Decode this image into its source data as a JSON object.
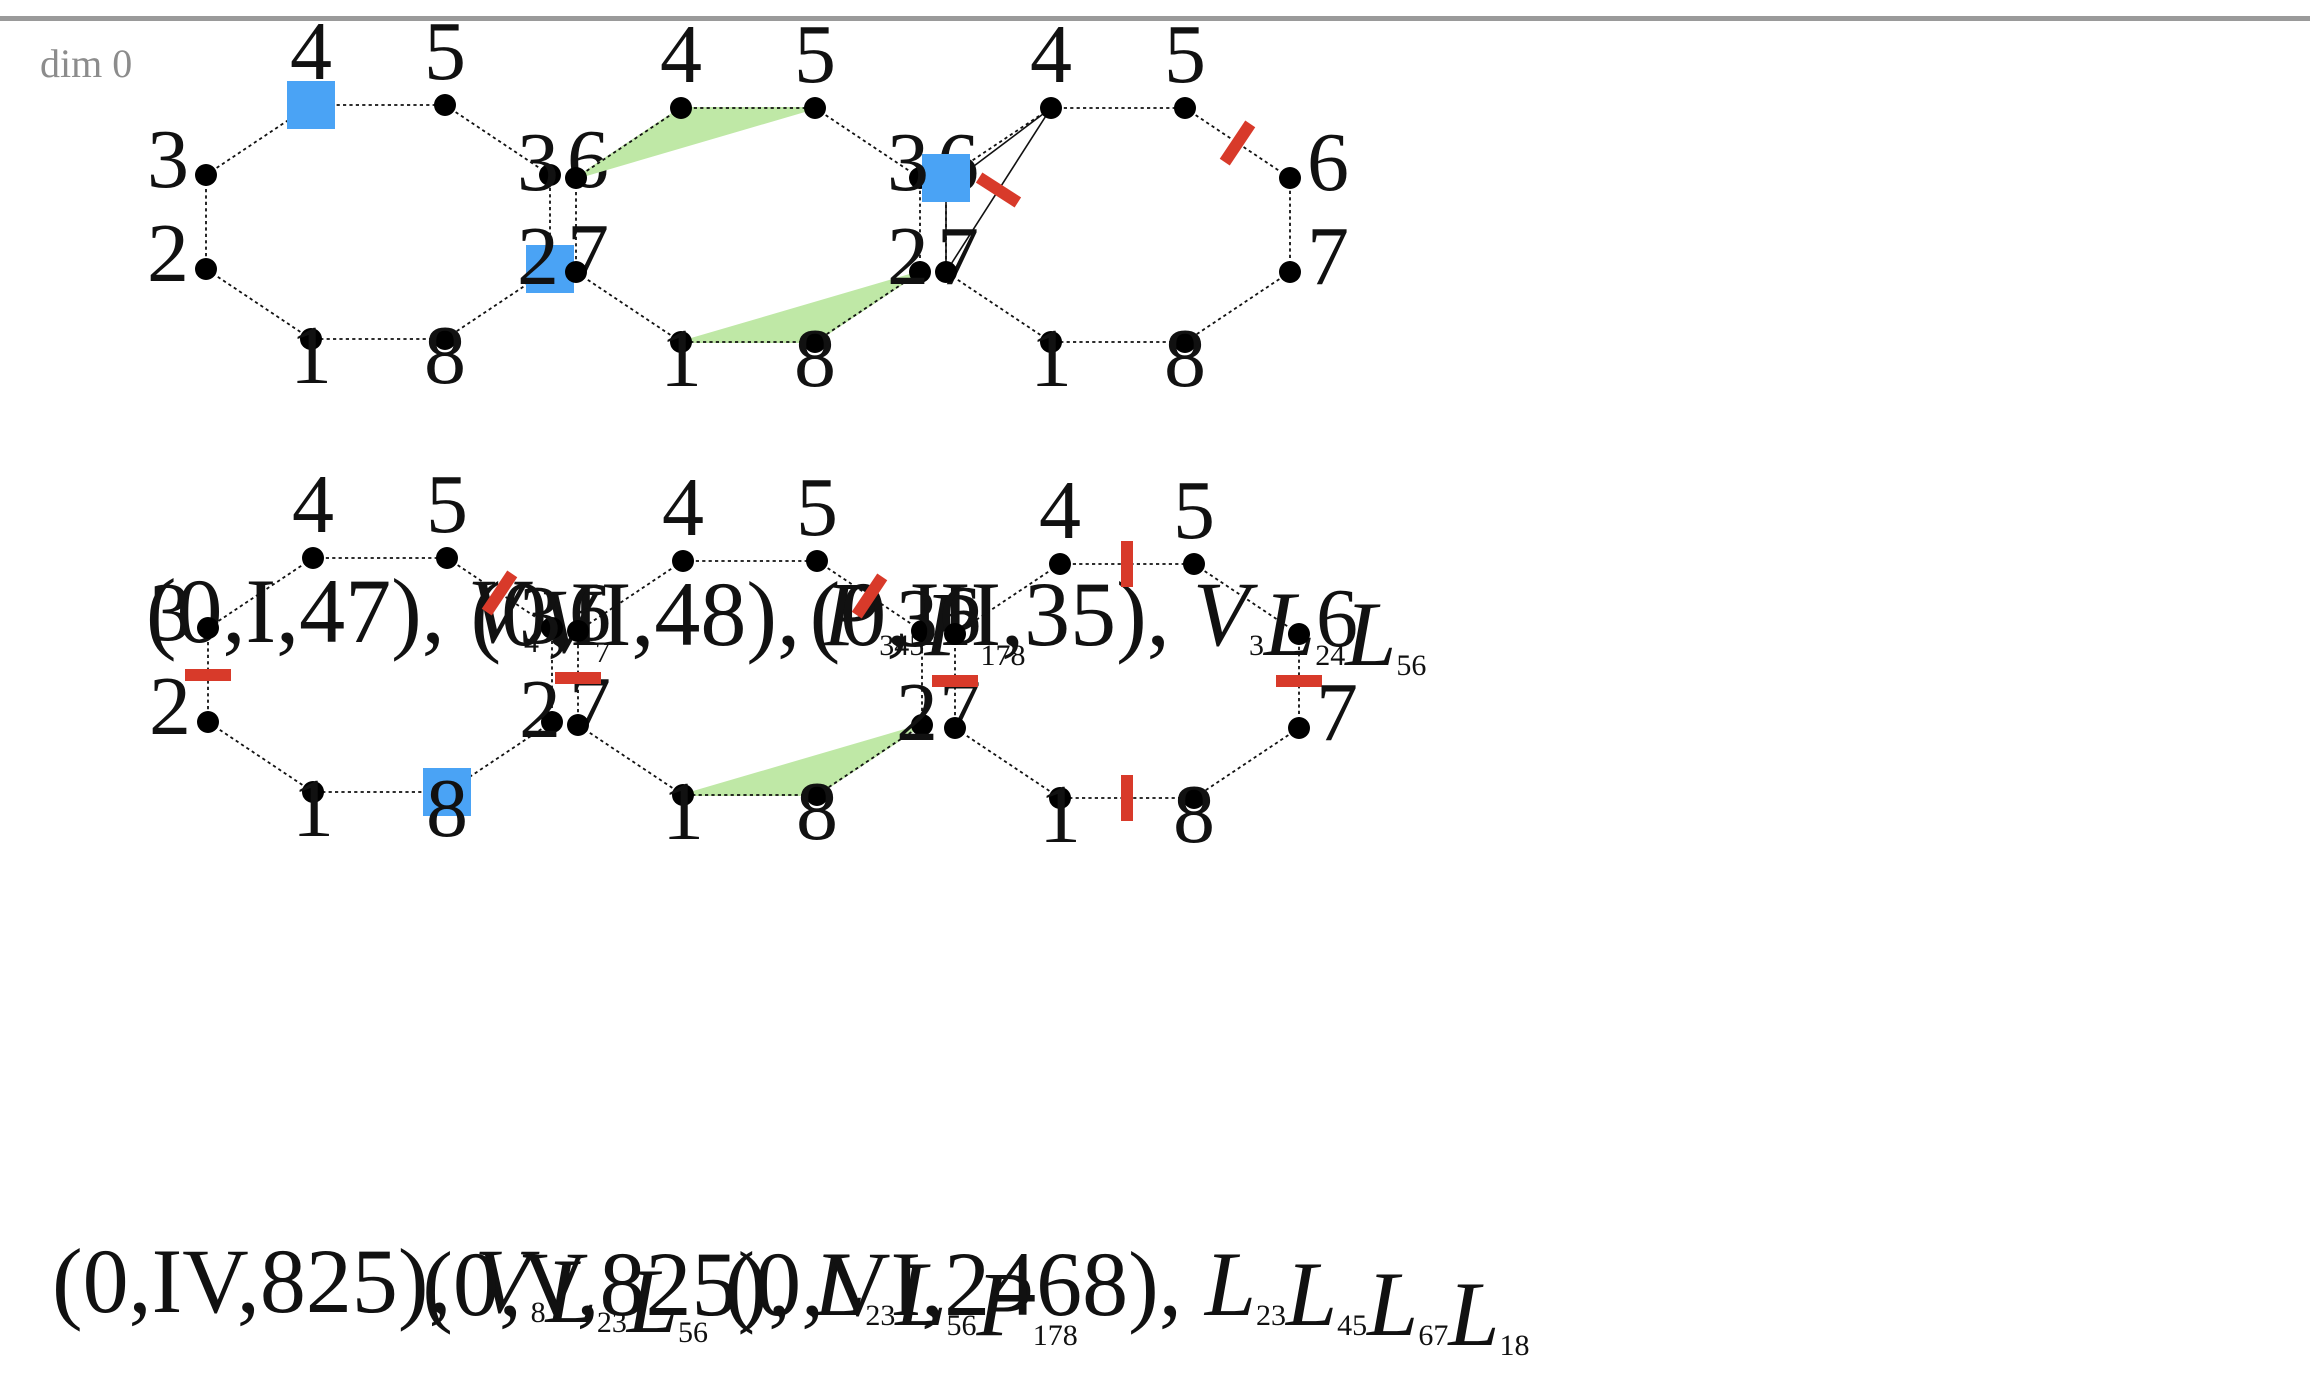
{
  "header": {
    "label": "dim 0"
  },
  "colors": {
    "vertex": "#000000",
    "box": "#4aa3f5",
    "tick": "#d83a2a",
    "fill": "#bfe8a6"
  },
  "panels": [
    {
      "caption": {
        "prefix": "(0,I,47), ",
        "terms": [
          [
            "V",
            "4"
          ],
          [
            "V",
            "7"
          ]
        ]
      },
      "boxes": [
        4,
        7
      ],
      "ticks": [],
      "triangles": [],
      "chords": []
    },
    {
      "caption": {
        "prefix": "(0,II,48), ",
        "terms": [
          [
            "P",
            "345"
          ],
          [
            "P",
            "178"
          ]
        ]
      },
      "boxes": [],
      "ticks": [],
      "triangles": [
        [
          3,
          4,
          5
        ],
        [
          1,
          7,
          8
        ]
      ],
      "chords": []
    },
    {
      "caption": {
        "prefix": "(0,III,35), ",
        "terms": [
          [
            "V",
            "3"
          ],
          [
            "L",
            "24"
          ],
          [
            "L",
            "56"
          ]
        ]
      },
      "boxes": [
        3
      ],
      "ticks": [
        [
          2,
          4
        ],
        [
          5,
          6
        ]
      ],
      "triangles": [],
      "chords": [
        [
          2,
          4
        ]
      ]
    },
    {
      "caption": {
        "prefix": "(0,IV,825), ",
        "terms": [
          [
            "V",
            "8"
          ],
          [
            "L",
            "23"
          ],
          [
            "L",
            "56"
          ]
        ]
      },
      "boxes": [
        8
      ],
      "ticks": [
        [
          2,
          3
        ],
        [
          5,
          6
        ]
      ],
      "triangles": [],
      "chords": []
    },
    {
      "caption": {
        "prefix": "(0,V,825), ",
        "terms": [
          [
            "L",
            "23"
          ],
          [
            "L",
            "56"
          ],
          [
            "P",
            "178"
          ]
        ]
      },
      "boxes": [],
      "ticks": [
        [
          2,
          3
        ],
        [
          5,
          6
        ]
      ],
      "triangles": [
        [
          1,
          7,
          8
        ]
      ],
      "chords": []
    },
    {
      "caption": {
        "prefix": "(0,VI,2468), ",
        "terms": [
          [
            "L",
            "23"
          ],
          [
            "L",
            "45"
          ],
          [
            "L",
            "67"
          ],
          [
            "L",
            "18"
          ]
        ]
      },
      "boxes": [],
      "ticks": [
        [
          2,
          3
        ],
        [
          4,
          5
        ],
        [
          6,
          7
        ],
        [
          1,
          8
        ]
      ],
      "triangles": [],
      "chords": []
    }
  ],
  "vertex_labels": [
    "1",
    "2",
    "3",
    "4",
    "5",
    "6",
    "7",
    "8"
  ]
}
